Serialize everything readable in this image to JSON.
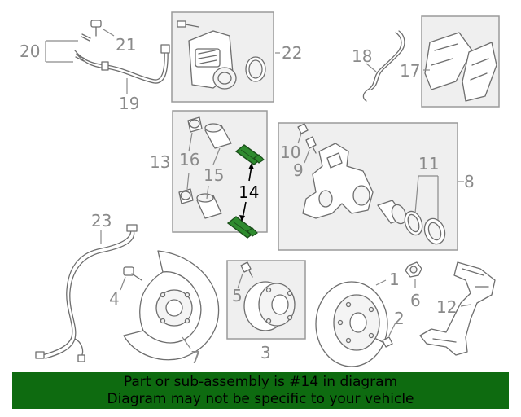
{
  "callouts": {
    "c1": "1",
    "c2": "2",
    "c3": "3",
    "c4": "4",
    "c5": "5",
    "c6": "6",
    "c7": "7",
    "c8": "8",
    "c9": "9",
    "c10": "10",
    "c11": "11",
    "c12": "12",
    "c13": "13",
    "c14": "14",
    "c15": "15",
    "c16": "16",
    "c17": "17",
    "c18": "18",
    "c19": "19",
    "c20": "20",
    "c21": "21",
    "c22": "22",
    "c23": "23"
  },
  "highlight": {
    "callout": "14",
    "color": "#2e8b2e"
  },
  "banner": {
    "line1": "Part or sub-assembly is #14 in diagram",
    "line2": "Diagram may not be specific to your vehicle",
    "background": "#0e6b10"
  }
}
